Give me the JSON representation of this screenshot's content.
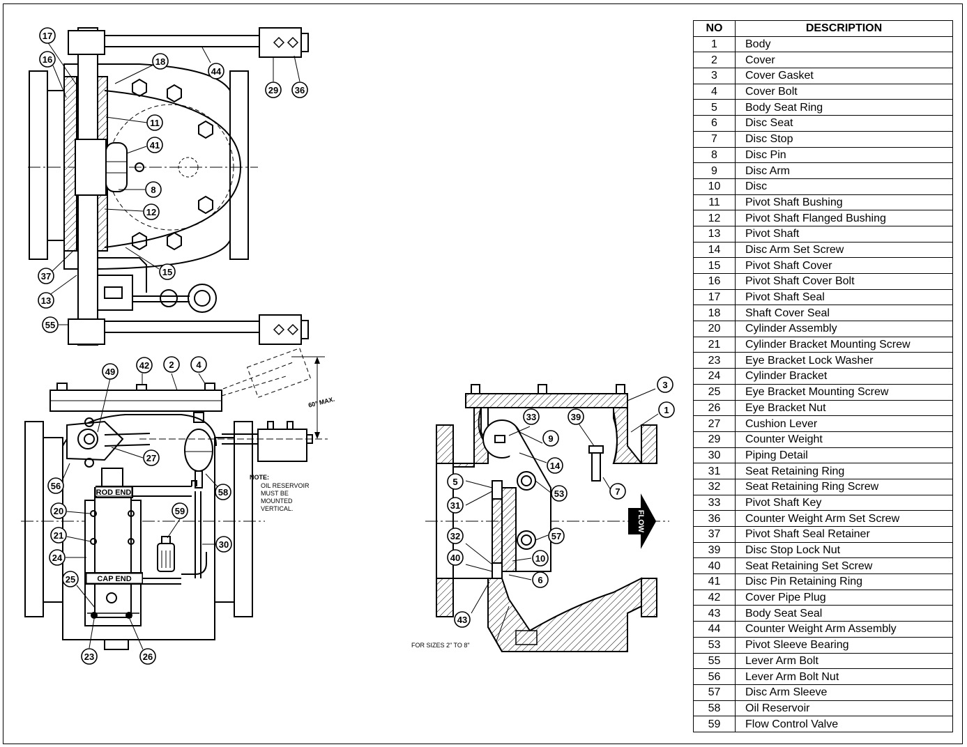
{
  "table": {
    "headers": {
      "no": "NO",
      "description": "DESCRIPTION"
    },
    "rows": [
      {
        "no": "1",
        "description": "Body"
      },
      {
        "no": "2",
        "description": "Cover"
      },
      {
        "no": "3",
        "description": "Cover Gasket"
      },
      {
        "no": "4",
        "description": "Cover Bolt"
      },
      {
        "no": "5",
        "description": "Body Seat Ring"
      },
      {
        "no": "6",
        "description": "Disc Seat"
      },
      {
        "no": "7",
        "description": "Disc Stop"
      },
      {
        "no": "8",
        "description": "Disc Pin"
      },
      {
        "no": "9",
        "description": "Disc Arm"
      },
      {
        "no": "10",
        "description": "Disc"
      },
      {
        "no": "11",
        "description": "Pivot Shaft  Bushing"
      },
      {
        "no": "12",
        "description": "Pivot Shaft Flanged Bushing"
      },
      {
        "no": "13",
        "description": "Pivot Shaft"
      },
      {
        "no": "14",
        "description": "Disc Arm Set Screw"
      },
      {
        "no": "15",
        "description": "Pivot Shaft Cover"
      },
      {
        "no": "16",
        "description": "Pivot Shaft Cover Bolt"
      },
      {
        "no": "17",
        "description": "Pivot Shaft Seal"
      },
      {
        "no": "18",
        "description": "Shaft Cover Seal"
      },
      {
        "no": "20",
        "description": "Cylinder Assembly"
      },
      {
        "no": "21",
        "description": "Cylinder Bracket Mounting Screw"
      },
      {
        "no": "23",
        "description": "Eye Bracket  Lock Washer"
      },
      {
        "no": "24",
        "description": "Cylinder Bracket"
      },
      {
        "no": "25",
        "description": "Eye Bracket  Mounting Screw"
      },
      {
        "no": "26",
        "description": "Eye Bracket  Nut"
      },
      {
        "no": "27",
        "description": "Cushion Lever"
      },
      {
        "no": "29",
        "description": "Counter Weight"
      },
      {
        "no": "30",
        "description": "Piping Detail"
      },
      {
        "no": "31",
        "description": "Seat Retaining Ring"
      },
      {
        "no": "32",
        "description": "Seat Retaining Ring Screw"
      },
      {
        "no": "33",
        "description": "Pivot Shaft Key"
      },
      {
        "no": "36",
        "description": "Counter Weight Arm Set Screw"
      },
      {
        "no": "37",
        "description": "Pivot Shaft Seal Retainer"
      },
      {
        "no": "39",
        "description": "Disc Stop Lock Nut"
      },
      {
        "no": "40",
        "description": "Seat Retaining Set Screw"
      },
      {
        "no": "41",
        "description": "Disc Pin Retaining Ring"
      },
      {
        "no": "42",
        "description": "Cover Pipe Plug"
      },
      {
        "no": "43",
        "description": "Body Seat Seal"
      },
      {
        "no": "44",
        "description": "Counter Weight Arm Assembly"
      },
      {
        "no": "53",
        "description": "Pivot Sleeve Bearing"
      },
      {
        "no": "55",
        "description": "Lever Arm Bolt"
      },
      {
        "no": "56",
        "description": "Lever Arm Bolt Nut"
      },
      {
        "no": "57",
        "description": "Disc Arm Sleeve"
      },
      {
        "no": "58",
        "description": "Oil Reservoir"
      },
      {
        "no": "59",
        "description": "Flow Control Valve"
      }
    ]
  },
  "callouts": {
    "top": [
      "17",
      "16",
      "18",
      "44",
      "29",
      "36",
      "11",
      "41",
      "8",
      "12",
      "15",
      "37",
      "13",
      "55"
    ],
    "bottom_left": [
      "49",
      "42",
      "2",
      "4",
      "27",
      "56",
      "58",
      "20",
      "59",
      "21",
      "30",
      "24",
      "25",
      "23",
      "26"
    ],
    "section": [
      "33",
      "39",
      "3",
      "1",
      "9",
      "5",
      "14",
      "53",
      "7",
      "31",
      "57",
      "32",
      "10",
      "40",
      "6",
      "43"
    ]
  },
  "labels": {
    "rod_end": "ROD END",
    "cap_end": "CAP END",
    "angle": "60° MAX.",
    "note_title": "NOTE:",
    "note_lines": [
      "OIL RESERVOIR",
      "MUST BE",
      "MOUNTED",
      "VERTICAL."
    ],
    "sizes": "FOR SIZES 2\" TO 8\"",
    "flow": "FLOW"
  },
  "colors": {
    "line": "#000000",
    "background": "#ffffff"
  }
}
